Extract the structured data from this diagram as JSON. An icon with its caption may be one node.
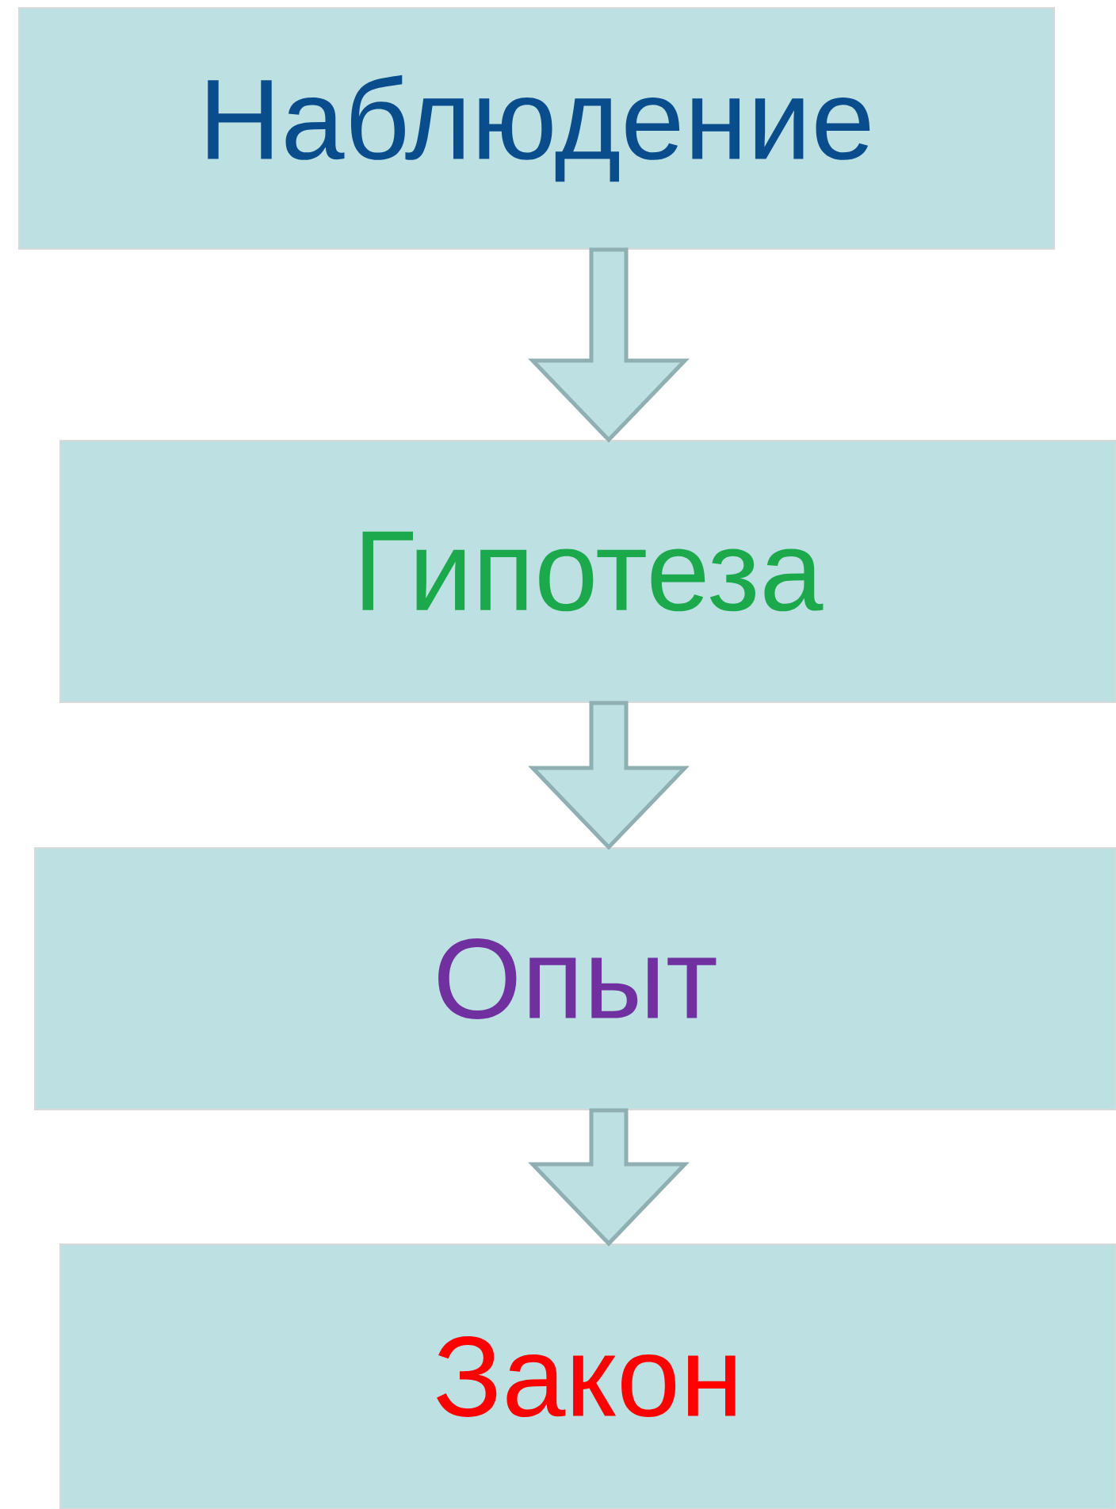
{
  "diagram": {
    "nodes": [
      {
        "text": [
          "Наблюдение"
        ]
      },
      {
        "text": [
          "Гипотеза"
        ]
      },
      {
        "text": [
          "Опыт"
        ]
      },
      {
        "text": [
          "Закон"
        ]
      }
    ],
    "edges": [
      {
        "from": 0,
        "to": 1,
        "arrow": "to"
      },
      {
        "from": 1,
        "to": 2,
        "arrow": "to"
      },
      {
        "from": 2,
        "to": 3,
        "arrow": "to"
      }
    ]
  }
}
